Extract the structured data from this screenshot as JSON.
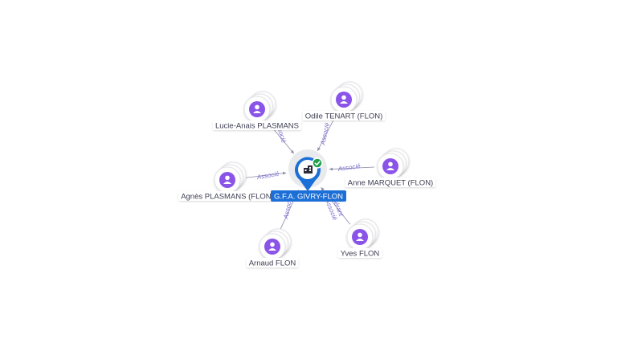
{
  "company": {
    "name": "G.F.A. GIVRY-FLON",
    "icon": "building-icon",
    "status_icon": "check-badge-icon",
    "colors": {
      "primary": "#1c6fd6",
      "badge": "#22a04b",
      "halo": "#d7d9de"
    }
  },
  "persons": [
    {
      "name": "Lucie-Anais PLASMANS",
      "relation": "Associé"
    },
    {
      "name": "Odile TENART (FLON)",
      "relation": "Associé"
    },
    {
      "name": "Anne MARQUET (FLON)",
      "relation": "Associé"
    },
    {
      "name": "Yves FLON",
      "relation": "Gérant Associé"
    },
    {
      "name": "Arnaud FLON",
      "relation": "Associé"
    },
    {
      "name": "Agnès PLASMANS (FLON)",
      "relation": "Associé"
    }
  ],
  "person_icon": "person-avatar-icon",
  "colors": {
    "avatar": "#8a54e8",
    "edge": "#8a8aa6",
    "edge_label": "#7a6fd0",
    "label_text": "#3d3d52"
  }
}
